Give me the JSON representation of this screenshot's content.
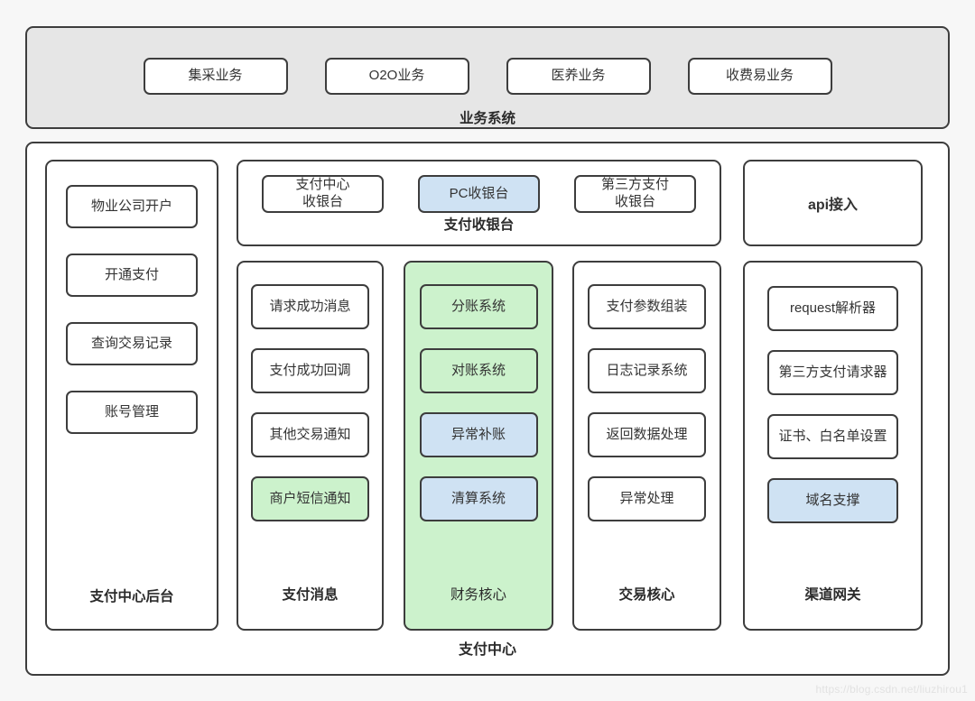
{
  "diagram": {
    "business_band": {
      "label": "业务系统",
      "background": "#e6e6e6",
      "items": [
        {
          "label": "集采业务",
          "fill": "white"
        },
        {
          "label": "O2O业务",
          "fill": "white"
        },
        {
          "label": "医养业务",
          "fill": "white"
        },
        {
          "label": "收费易业务",
          "fill": "white"
        }
      ]
    },
    "payment_center": {
      "label": "支付中心",
      "backend_column": {
        "label": "支付中心后台",
        "label_weight": "bold",
        "items": [
          {
            "label": "物业公司开户",
            "fill": "white"
          },
          {
            "label": "开通支付",
            "fill": "white"
          },
          {
            "label": "查询交易记录",
            "fill": "white"
          },
          {
            "label": "账号管理",
            "fill": "white"
          }
        ]
      },
      "cashier_band": {
        "label": "支付收银台",
        "label_weight": "bold",
        "items": [
          {
            "label": "支付中心\n收银台",
            "fill": "white"
          },
          {
            "label": "PC收银台",
            "fill": "blue"
          },
          {
            "label": "第三方支付\n收银台",
            "fill": "white"
          }
        ]
      },
      "message_column": {
        "label": "支付消息",
        "label_weight": "bold",
        "items": [
          {
            "label": "请求成功消息",
            "fill": "white"
          },
          {
            "label": "支付成功回调",
            "fill": "white"
          },
          {
            "label": "其他交易通知",
            "fill": "white"
          },
          {
            "label": "商户短信通知",
            "fill": "green"
          }
        ]
      },
      "finance_column": {
        "label": "财务核心",
        "label_weight": "regular",
        "group_fill": "green",
        "items": [
          {
            "label": "分账系统",
            "fill": "green"
          },
          {
            "label": "对账系统",
            "fill": "green"
          },
          {
            "label": "异常补账",
            "fill": "blue"
          },
          {
            "label": "清算系统",
            "fill": "blue"
          }
        ]
      },
      "trade_column": {
        "label": "交易核心",
        "label_weight": "bold",
        "items": [
          {
            "label": "支付参数组装",
            "fill": "white"
          },
          {
            "label": "日志记录系统",
            "fill": "white"
          },
          {
            "label": "返回数据处理",
            "fill": "white"
          },
          {
            "label": "异常处理",
            "fill": "white"
          }
        ]
      },
      "api_box": {
        "label": "api接入",
        "fill": "white"
      },
      "gateway_column": {
        "label": "渠道网关",
        "label_weight": "bold",
        "items": [
          {
            "label": "request解析器",
            "fill": "white"
          },
          {
            "label": "第三方支付请求器",
            "fill": "white"
          },
          {
            "label": "证书、白名单设置",
            "fill": "white"
          },
          {
            "label": "域名支撑",
            "fill": "blue"
          }
        ]
      }
    },
    "watermark": "https://blog.csdn.net/liuzhirou1",
    "colors": {
      "page_background": "#f7f7f7",
      "band_background": "#e6e6e6",
      "border": "#3d3d3d",
      "fill_blue": "#cfe2f3",
      "fill_green": "#ccf2cc",
      "text": "#333333",
      "watermark_text": "#e2e2e2"
    }
  }
}
